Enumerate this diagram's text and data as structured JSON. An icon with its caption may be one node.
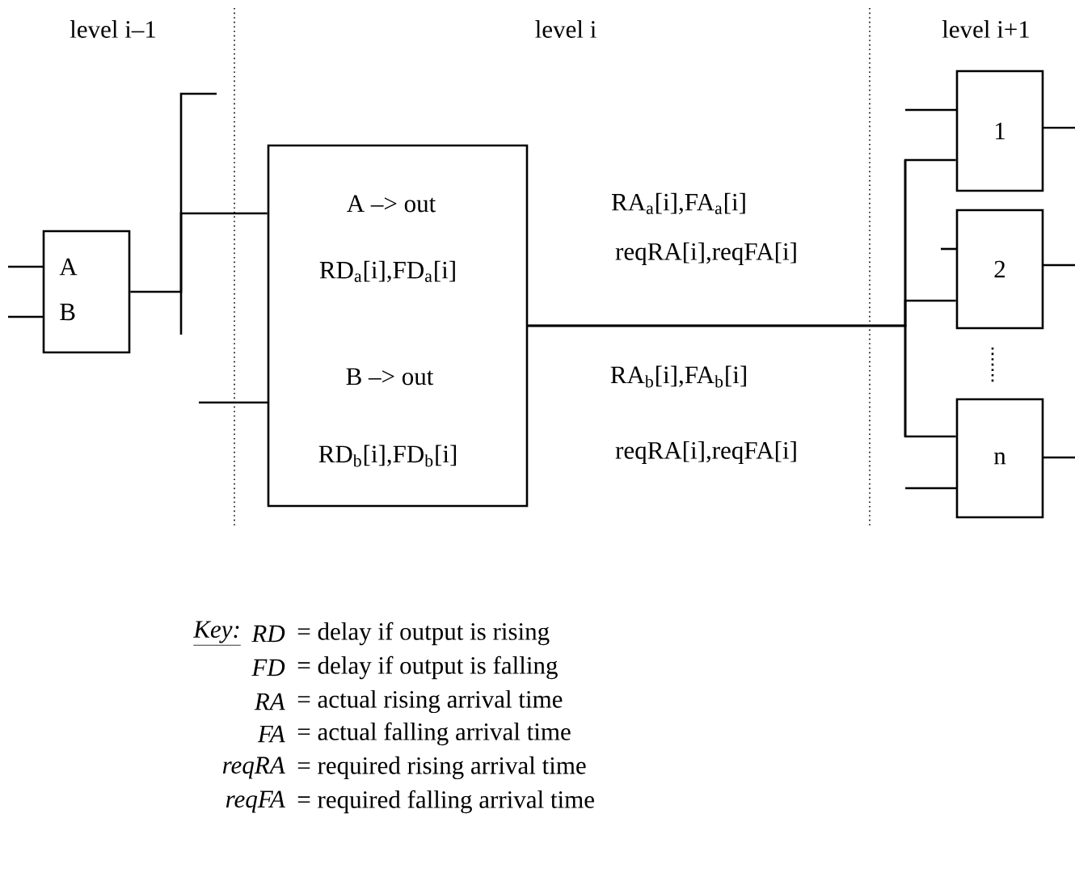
{
  "diagram": {
    "nodes": [
      {
        "text": [
          "A",
          "B"
        ]
      },
      {
        "text": [
          "A –> out",
          "RD$_{a}$[i],FD$_{a}$[i]",
          "B –> out",
          "RD$_{b}$[i],FD$_{b}$[i]"
        ]
      },
      {
        "text": [
          "1"
        ]
      },
      {
        "text": [
          "2"
        ]
      },
      {
        "text": [
          "n"
        ]
      }
    ],
    "edges": [
      {
        "from": 0,
        "to": 1,
        "arrow": "none"
      },
      {
        "from": 1,
        "to": 2,
        "arrow": "none"
      },
      {
        "from": 1,
        "to": 3,
        "arrow": "none"
      },
      {
        "from": 1,
        "to": 4,
        "arrow": "none"
      }
    ],
    "labels": [
      "level i–1",
      "level i",
      "level i+1",
      "RA$_{a}$[i],FA$_{a}$[i]",
      "reqRA[i],reqFA[i]",
      "RA$_{b}$[i],FA$_{b}$[i]",
      "reqRA[i],reqFA[i]",
      "Key:",
      "RD",
      "= delay if output is rising",
      "FD",
      "= delay if output is falling",
      "RA",
      "= actual rising arrival time",
      "FA",
      "= actual falling arrival time",
      "reqRA",
      "= required rising arrival time",
      "reqFA",
      "= required falling arrival time"
    ]
  }
}
